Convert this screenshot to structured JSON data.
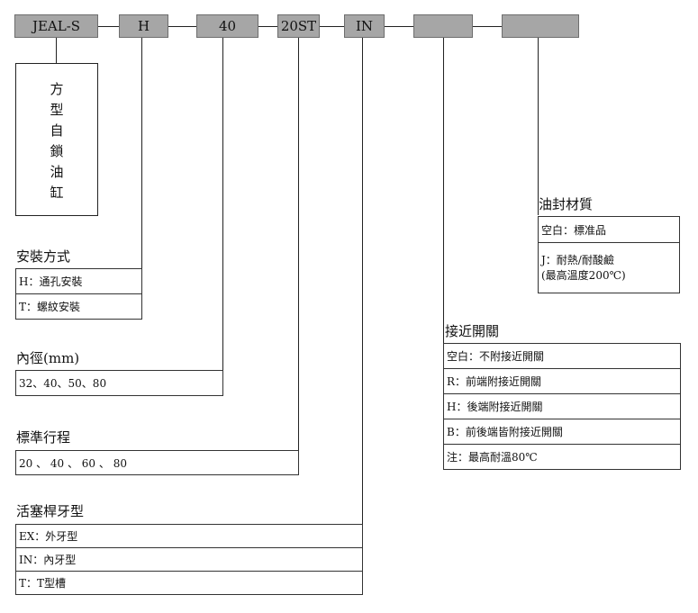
{
  "codes": [
    "JEAL-S",
    "H",
    "40",
    "20ST",
    "IN",
    "",
    ""
  ],
  "product_name": [
    "方",
    "型",
    "自",
    "鎖",
    "油",
    "缸"
  ],
  "mounting": {
    "title": "安裝方式",
    "options": [
      "H：通孔安裝",
      "T：螺紋安裝"
    ]
  },
  "bore": {
    "title": "內徑(mm)",
    "options": [
      "32、40、50、80"
    ]
  },
  "stroke": {
    "title": "標準行程",
    "options": [
      "20 、 40 、 60 、 80"
    ]
  },
  "rod_thread": {
    "title": "活塞桿牙型",
    "options": [
      "EX：外牙型",
      "IN：內牙型",
      "T：T型槽"
    ]
  },
  "switch": {
    "title": "接近開關",
    "options": [
      "空白：不附接近開關",
      "R：前端附接近開關",
      "H：後端附接近開關",
      "B：前後端皆附接近開關",
      "注：最高耐溫80℃"
    ]
  },
  "seal": {
    "title": "油封材質",
    "options": [
      "空白：標准品",
      "J：耐熱/耐酸鹼",
      "(最高溫度200℃)"
    ]
  },
  "colors": {
    "code_box_fill": "#a6a6a6",
    "line": "#222222"
  }
}
